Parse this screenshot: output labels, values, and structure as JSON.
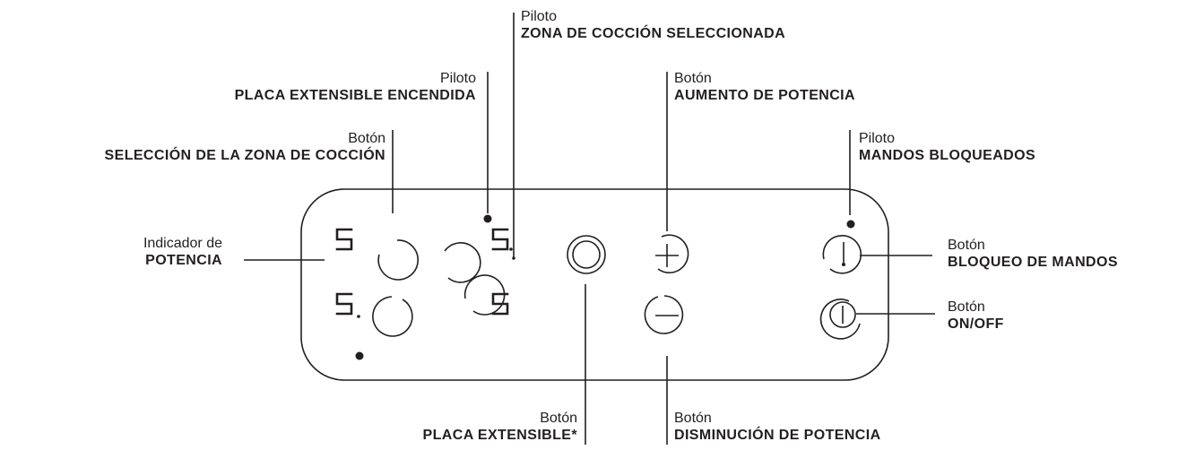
{
  "labels": {
    "zona_seleccionada": {
      "sub": "Piloto",
      "main": "ZONA DE COCCIÓN SELECCIONADA"
    },
    "placa_encendida": {
      "sub": "Piloto",
      "main": "PLACA EXTENSIBLE ENCENDIDA"
    },
    "seleccion_zona": {
      "sub": "Botón",
      "main": "SELECCIÓN DE LA ZONA DE COCCIÓN"
    },
    "aumento": {
      "sub": "Botón",
      "main": "AUMENTO DE POTENCIA"
    },
    "mandos_bloqueados": {
      "sub": "Piloto",
      "main": "MANDOS BLOQUEADOS"
    },
    "indicador": {
      "sub": "Indicador de",
      "main": "POTENCIA"
    },
    "bloqueo": {
      "sub": "Botón",
      "main": "BLOQUEO DE MANDOS"
    },
    "onoff": {
      "sub": "Botón",
      "main": "ON/OFF"
    },
    "placa_extensible": {
      "sub": "Botón",
      "main": "PLACA EXTENSIBLE*"
    },
    "disminucion": {
      "sub": "Botón",
      "main": "DISMINUCIÓN DE POTENCIA"
    }
  },
  "displays": {
    "top_left": "5",
    "top_right": "5.",
    "bottom_left": "5.",
    "bottom_right": "5"
  },
  "colors": {
    "ink": "#231f20",
    "background": "#ffffff"
  }
}
